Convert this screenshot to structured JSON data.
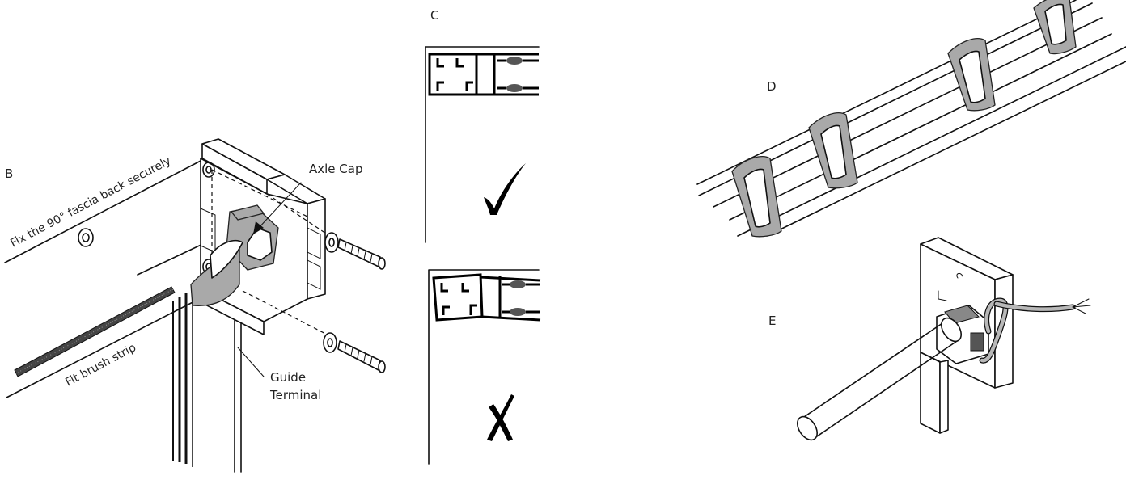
{
  "labels": {
    "panel_b": "B",
    "panel_c": "C",
    "panel_d": "D",
    "panel_e": "E",
    "axle_cap": "Axle Cap",
    "guide_terminal_line1": "Guide",
    "guide_terminal_line2": "Terminal",
    "fix_fascia": "Fix the 90° fascia back securely",
    "fit_brush": "Fit brush strip"
  },
  "colors": {
    "line": "#111111",
    "strap_grey": "#a9a9a9",
    "background": "#ffffff"
  },
  "icons": {
    "correct": "check-mark-icon",
    "incorrect": "cross-mark-icon"
  }
}
